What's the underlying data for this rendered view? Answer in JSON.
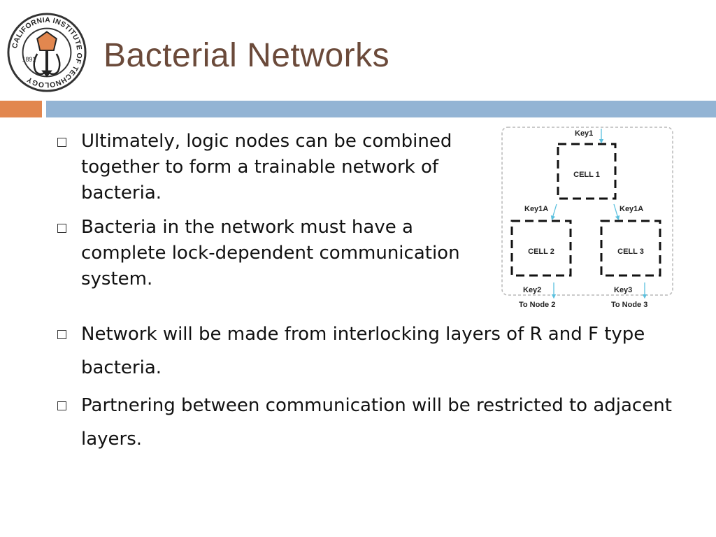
{
  "logo": {
    "ring_text": "CALIFORNIA INSTITUTE OF TECHNOLOGY",
    "year": "1891",
    "icon": "caltech-seal-icon"
  },
  "slide": {
    "title": "Bacterial Networks"
  },
  "bullets_top": [
    {
      "text": "Ultimately, logic nodes can be combined together to form a trainable network of bacteria."
    },
    {
      "text": "Bacteria in the network must have a complete lock-dependent communication system."
    }
  ],
  "bullets_bottom": [
    {
      "text": "Network will be made from interlocking layers of R and F type bacteria."
    },
    {
      "text": "Partnering between communication will be restricted to adjacent layers."
    }
  ],
  "diagram": {
    "cell1": "CELL 1",
    "cell2": "CELL 2",
    "cell3": "CELL 3",
    "key1": "Key1",
    "key1a_left": "Key1A",
    "key1a_right": "Key1A",
    "key2": "Key2",
    "key3": "Key3",
    "to_node2": "To Node 2",
    "to_node3": "To Node 3"
  },
  "colors": {
    "title": "#6b4a3a",
    "accent_orange": "#e2874f",
    "accent_blue": "#93b4d4",
    "arrow": "#5bc0de"
  }
}
